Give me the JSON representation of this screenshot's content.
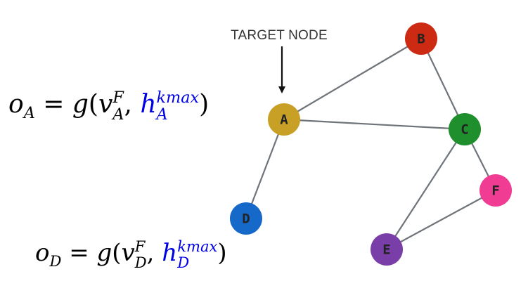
{
  "annotation": {
    "text": "TARGET NODE"
  },
  "nodes": [
    {
      "id": "A",
      "label": "A",
      "color": "#c8a026"
    },
    {
      "id": "B",
      "label": "B",
      "color": "#cc2a12"
    },
    {
      "id": "C",
      "label": "C",
      "color": "#1f8f2e"
    },
    {
      "id": "D",
      "label": "D",
      "color": "#1769c9"
    },
    {
      "id": "E",
      "label": "E",
      "color": "#7a3ea8"
    },
    {
      "id": "F",
      "label": "F",
      "color": "#f03c93"
    }
  ],
  "edges": [
    [
      "A",
      "B"
    ],
    [
      "A",
      "C"
    ],
    [
      "A",
      "D"
    ],
    [
      "B",
      "C"
    ],
    [
      "C",
      "E"
    ],
    [
      "C",
      "F"
    ],
    [
      "E",
      "F"
    ]
  ],
  "edge_color": "#6e7479",
  "formulas": {
    "a": {
      "lhs": "o",
      "lhs_sub": "A",
      "eq": " = ",
      "fn": "g",
      "open": "(",
      "v": "v",
      "v_sup": "F",
      "v_sub": "A",
      "comma": ", ",
      "h": "h",
      "h_sup": "kmax",
      "h_sub": "A",
      "close": ")"
    },
    "d": {
      "lhs": "o",
      "lhs_sub": "D",
      "eq": " = ",
      "fn": "g",
      "open": "(",
      "v": "v",
      "v_sup": "F",
      "v_sub": "D",
      "comma": ", ",
      "h": "h",
      "h_sup": "kmax",
      "h_sub": "D",
      "close": ")"
    }
  },
  "accent_color": "#0000e6"
}
